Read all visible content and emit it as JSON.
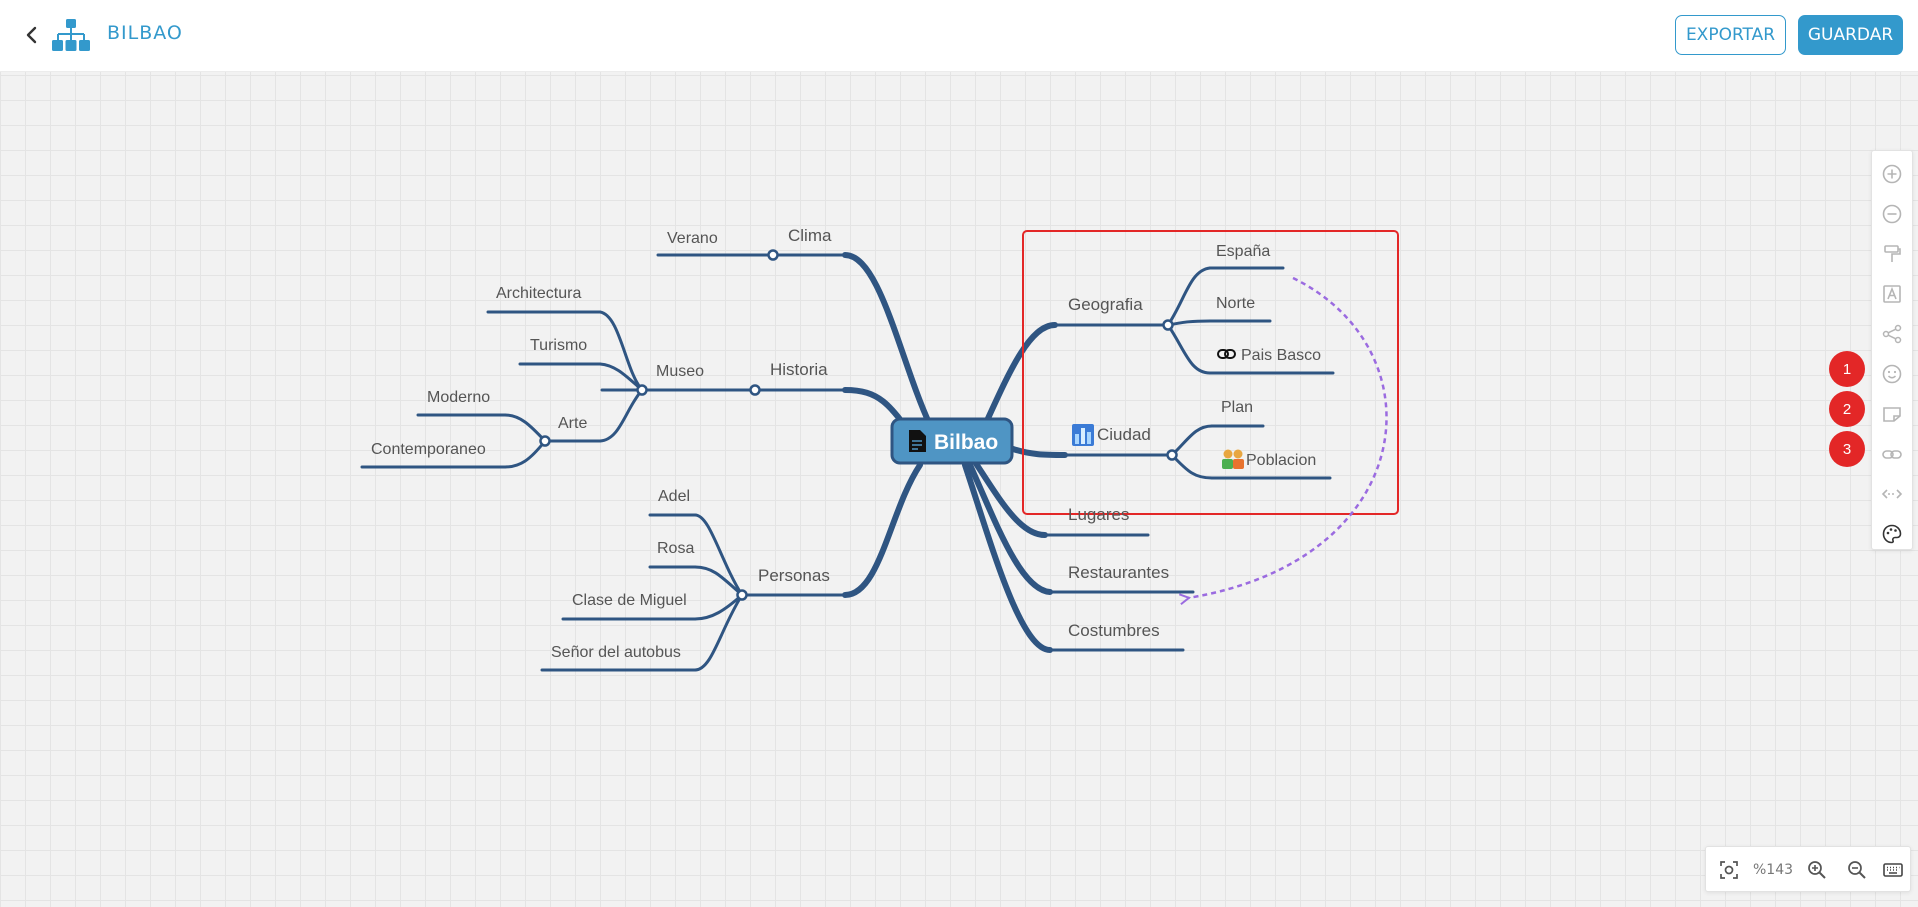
{
  "header": {
    "title": "BILBAO",
    "export_label": "EXPORTAR",
    "save_label": "GUARDAR"
  },
  "colors": {
    "brand": "#3399cc",
    "branch": "#2f5582",
    "root_fill": "#4f95c4",
    "highlight": "#e32727",
    "arrow": "#9b6be0"
  },
  "mindmap": {
    "root": "Bilbao",
    "left": {
      "clima": "Clima",
      "verano": "Verano",
      "historia": "Historia",
      "museo": "Museo",
      "architectura": "Architectura",
      "turismo": "Turismo",
      "arte": "Arte",
      "moderno": "Moderno",
      "contemporaneo": "Contemporaneo",
      "personas": "Personas",
      "adel": "Adel",
      "rosa": "Rosa",
      "clase": "Clase de Miguel",
      "senor": "Señor del autobus"
    },
    "right": {
      "geografia": "Geografia",
      "espana": "España",
      "norte": "Norte",
      "pais_vasco": "Pais Basco",
      "ciudad": "Ciudad",
      "plan": "Plan",
      "poblacion": "Poblacion",
      "lugares": "Lugares",
      "restaurantes": "Restaurantes",
      "costumbres": "Costumbres"
    }
  },
  "badges": [
    "1",
    "2",
    "3"
  ],
  "toolbar_icons": [
    "zoom-in-icon",
    "zoom-out-icon",
    "format-paint-icon",
    "font-icon",
    "share-icon",
    "emoji-icon",
    "note-icon",
    "link-icon",
    "relationship-icon",
    "palette-icon"
  ],
  "zoom": {
    "level": "%143"
  }
}
